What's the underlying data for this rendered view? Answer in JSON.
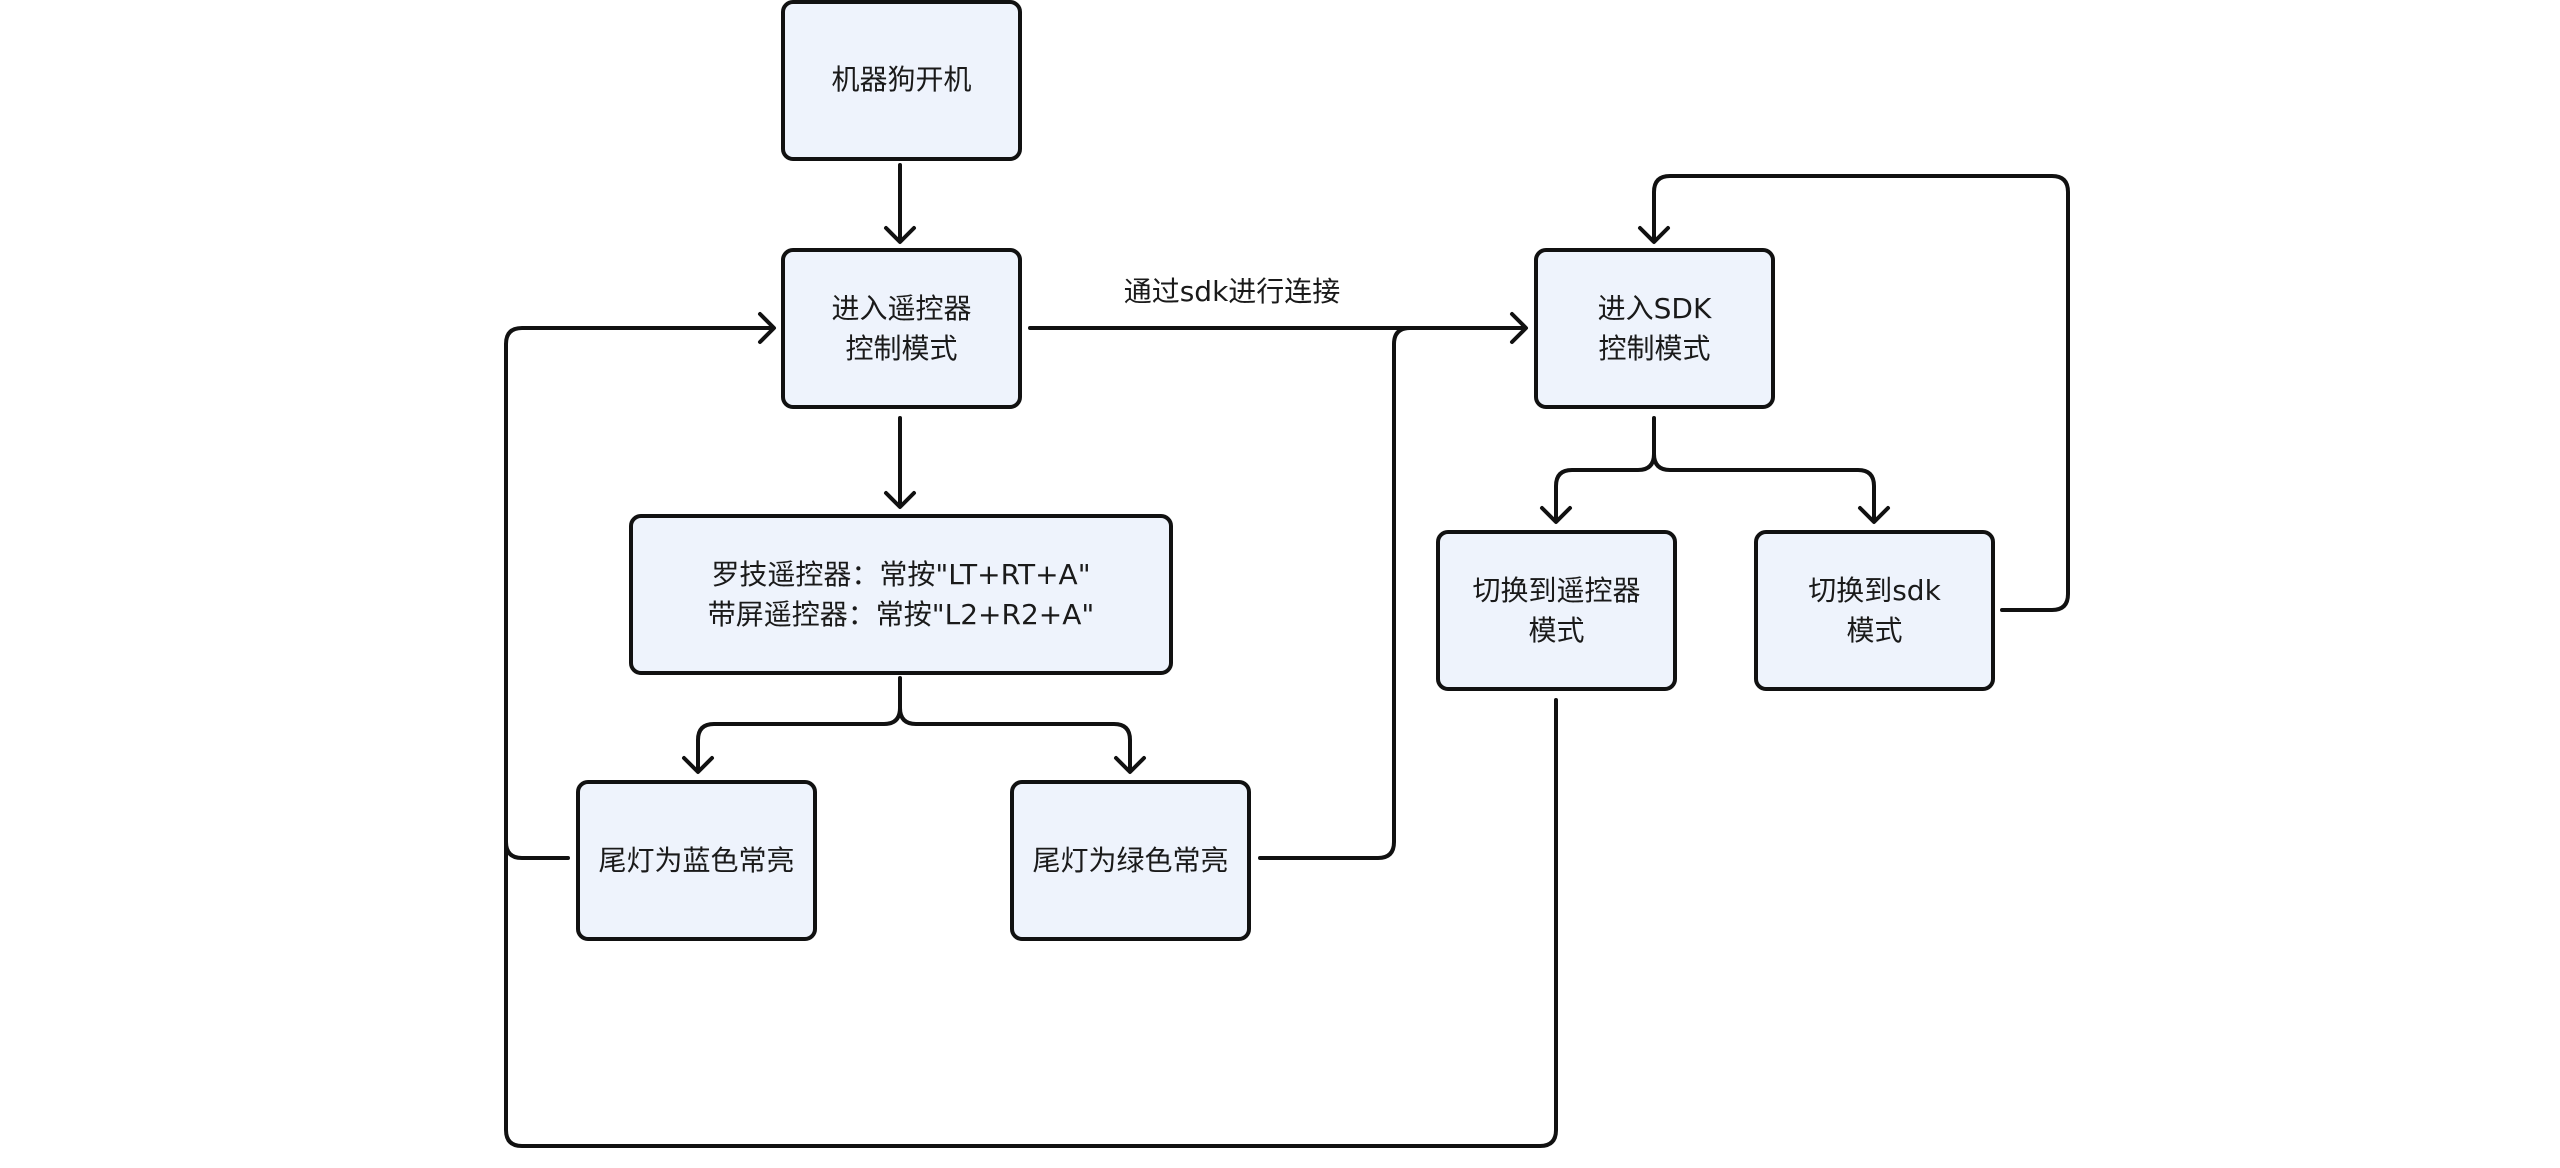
{
  "nodes": {
    "power_on": {
      "lines": [
        "机器狗开机"
      ]
    },
    "rc_mode": {
      "lines": [
        "进入遥控器",
        "控制模式"
      ]
    },
    "combo": {
      "lines": [
        "罗技遥控器：常按\"LT+RT+A\"",
        "带屏遥控器：常按\"L2+R2+A\""
      ]
    },
    "blue_light": {
      "lines": [
        "尾灯为蓝色常亮"
      ]
    },
    "green_light": {
      "lines": [
        "尾灯为绿色常亮"
      ]
    },
    "sdk_mode": {
      "lines": [
        "进入SDK",
        "控制模式"
      ]
    },
    "switch_rc": {
      "lines": [
        "切换到遥控器",
        "模式"
      ]
    },
    "switch_sdk": {
      "lines": [
        "切换到sdk",
        "模式"
      ]
    }
  },
  "edge_labels": {
    "connect_via_sdk": "通过sdk进行连接"
  },
  "colors": {
    "node_fill": "#eef3fc",
    "stroke": "#111111",
    "text": "#1a1a1a"
  }
}
